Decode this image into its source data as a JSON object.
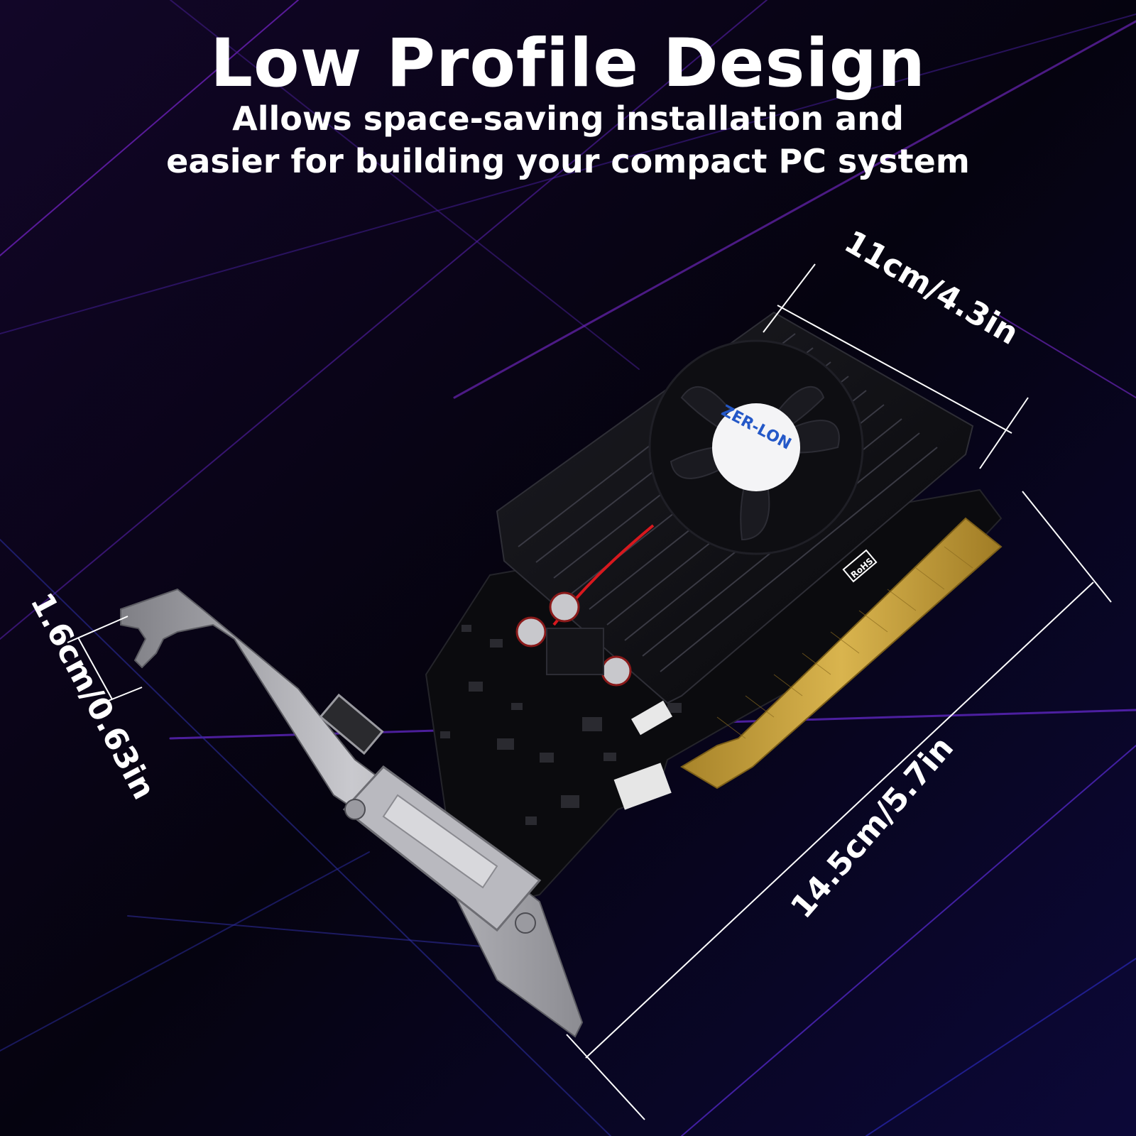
{
  "header": {
    "title": "Low Profile Design",
    "subtitle_line1": "Allows space-saving installation and",
    "subtitle_line2": "easier for building your compact PC system"
  },
  "dimensions": {
    "width": "11cm/4.3in",
    "height": "1.6cm/0.63in",
    "length": "14.5cm/5.7in"
  },
  "product": {
    "fan_brand": "ZER-LON",
    "rohs_mark": "RoHS"
  },
  "colors": {
    "background": "#05030f",
    "accent_purple": "#8a2be2",
    "accent_blue": "#3a3aff",
    "fan_label_blue": "#2458c8",
    "gold_contacts": "#c9a43c",
    "bracket_silver": "#a9a9ad"
  },
  "icons": [
    "graphics-card-image",
    "cooling-fan-icon",
    "dimension-line"
  ]
}
